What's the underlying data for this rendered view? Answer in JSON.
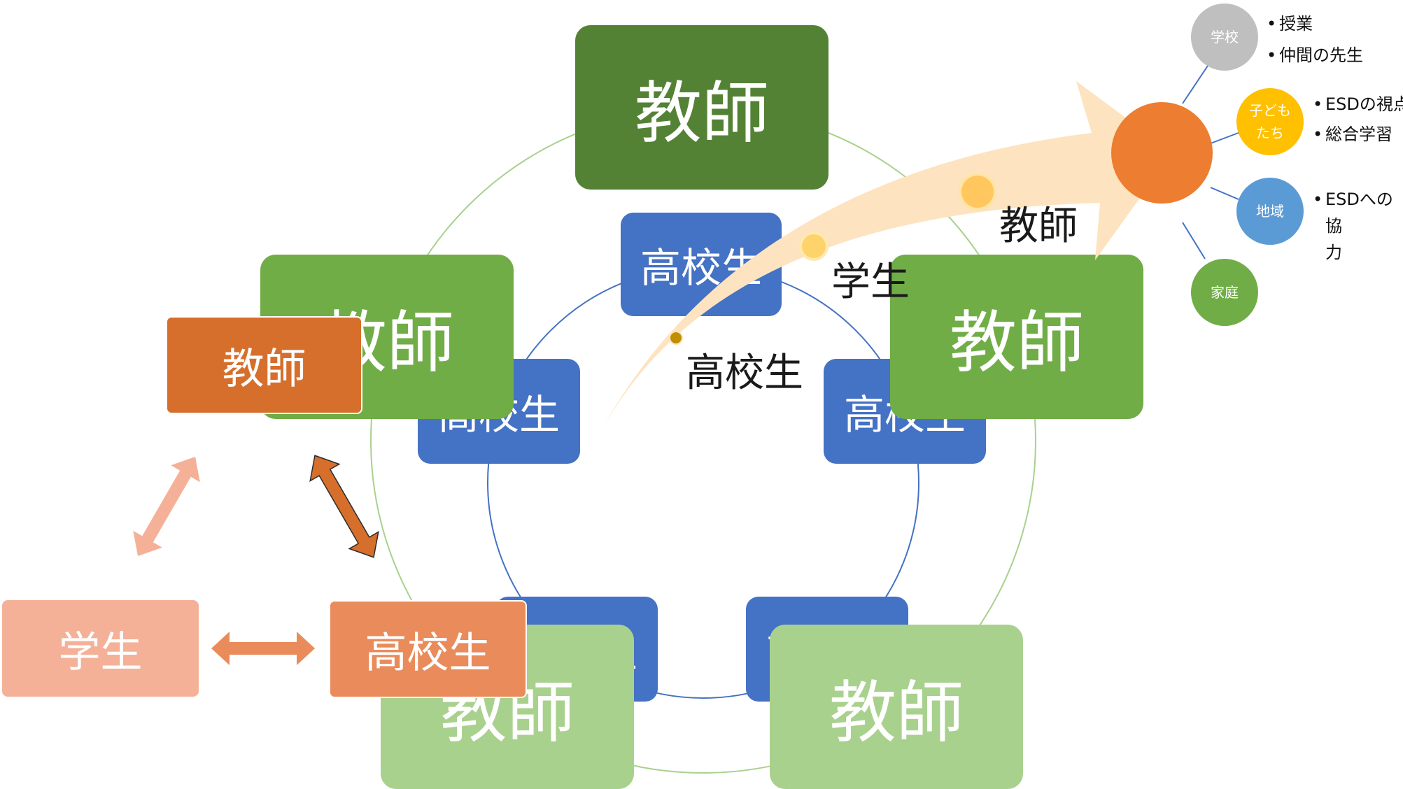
{
  "colors": {
    "dark_green": "#548235",
    "mid_green": "#70ad47",
    "light_green": "#a9d18e",
    "blue": "#4472c4",
    "dark_orange": "#d66f2c",
    "orange": "#e98b5b",
    "peach": "#f4b198",
    "hub_orange": "#ed7d31",
    "gray": "#bfbfbf",
    "yellow": "#ffc000",
    "sky_blue": "#5b9bd5",
    "arrow_fill": "#fde3bf"
  },
  "cycle": {
    "teacher_label": "教師",
    "student_label": "高校生"
  },
  "triad": {
    "teacher": "教師",
    "student": "学生",
    "hs_student": "高校生"
  },
  "arrow": {
    "stage1": "高校生",
    "stage2": "学生",
    "stage3": "教師"
  },
  "network": {
    "school": {
      "label": "学校",
      "items": [
        "授業",
        "仲間の先生"
      ]
    },
    "children": {
      "label": "子ども\nたち",
      "items": [
        "ESDの視点",
        "総合学習"
      ]
    },
    "community": {
      "label": "地域",
      "items": [
        "ESDへの協\n力"
      ]
    },
    "family": {
      "label": "家庭"
    }
  }
}
